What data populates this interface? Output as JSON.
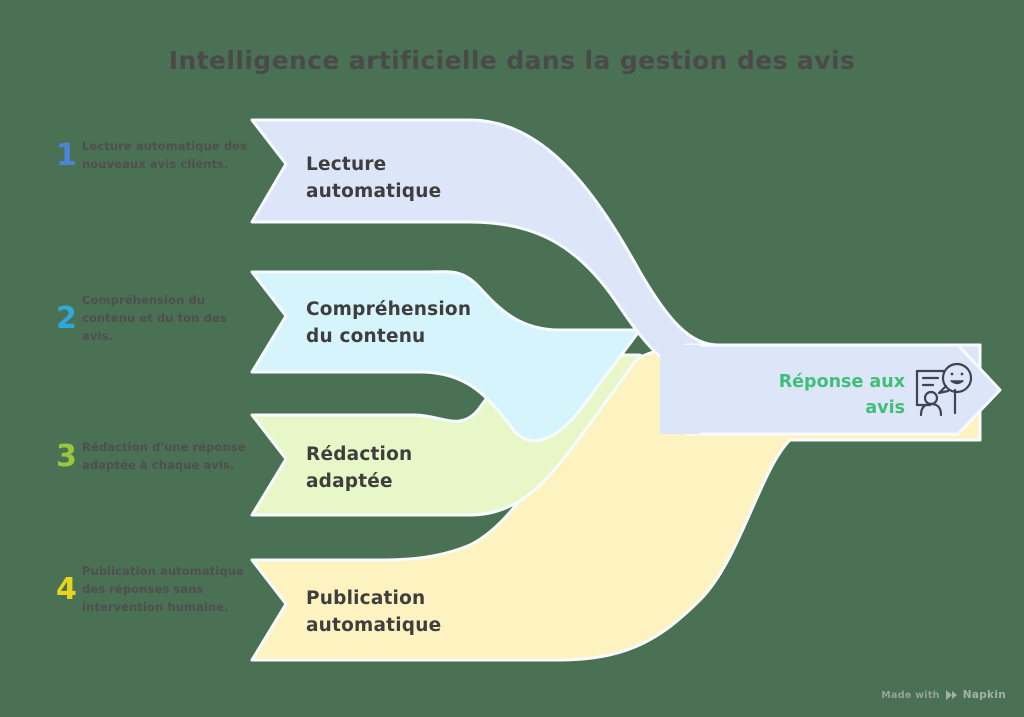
{
  "page": {
    "title": "Intelligence artificielle dans la gestion des avis",
    "background_color": "#4a7153"
  },
  "steps": [
    {
      "number": "1",
      "number_color": "#4a86d8",
      "text": "Lecture automatique des nouveaux avis clients."
    },
    {
      "number": "2",
      "number_color": "#2fa8dd",
      "text": "Compréhension du contenu et du ton des avis."
    },
    {
      "number": "3",
      "number_color": "#9dc63f",
      "text": "Rédaction d'une réponse adaptée à chaque avis."
    },
    {
      "number": "4",
      "number_color": "#e8d41f",
      "text": "Publication automatique des réponses sans intervention humaine."
    }
  ],
  "bands": [
    {
      "label": "Lecture\nautomatique",
      "color": "#dde5f8"
    },
    {
      "label": "Compréhension\ndu contenu",
      "color": "#d6f4fb"
    },
    {
      "label": "Rédaction\nadaptée",
      "color": "#e7f7c8"
    },
    {
      "label": "Publication\nautomatique",
      "color": "#fdf3c0"
    }
  ],
  "output": {
    "label": "Réponse aux\navis",
    "label_color": "#3fbf77",
    "band_color": "#dde5f8",
    "icon": "person-speech-bubble-icon"
  },
  "watermark": {
    "made_with": "Made with",
    "brand": "Napkin",
    "logo_icon": "napkin-play-logo-icon"
  }
}
